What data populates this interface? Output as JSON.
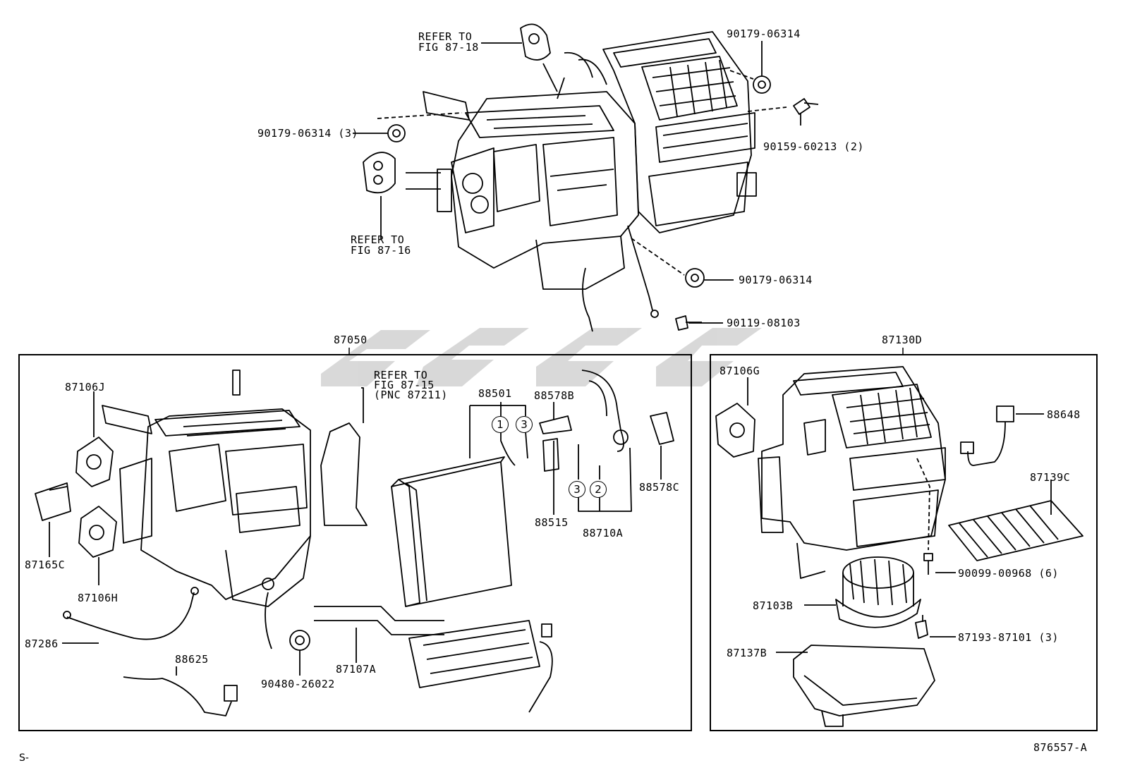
{
  "labels": {
    "refer_87_18": [
      "REFER TO",
      "FIG 87-18"
    ],
    "p90179_top_right": "90179-06314",
    "p90179_left": "90179-06314 (3)",
    "p90159": "90159-60213 (2)",
    "refer_87_16": [
      "REFER TO",
      "FIG 87-16"
    ],
    "p90179_mid": "90179-06314",
    "p90119": "90119-08103",
    "box_left_title": "87050",
    "box_right_title": "87130D",
    "p87106J": "87106J",
    "refer_87_15": [
      "REFER TO",
      "FIG 87-15",
      "(PNC 87211)"
    ],
    "p88501": "88501",
    "p88578B": "88578B",
    "p88578C": "88578C",
    "p88515": "88515",
    "p88710A": "88710A",
    "p87165C": "87165C",
    "p87106H": "87106H",
    "p87286": "87286",
    "p88625": "88625",
    "p90480": "90480-26022",
    "p87107A": "87107A",
    "p87106G": "87106G",
    "p88648": "88648",
    "p87139C": "87139C",
    "p90099": "90099-00968 (6)",
    "p87103B": "87103B",
    "p87193": "87193-87101 (3)",
    "p87137B": "87137B",
    "circle_1": "1",
    "circle_3a": "3",
    "circle_3b": "3",
    "circle_2": "2",
    "fig_code": "876557-A",
    "footer_s": "S-"
  },
  "colors": {
    "line": "#000000",
    "watermark": "#c8c8c8"
  }
}
